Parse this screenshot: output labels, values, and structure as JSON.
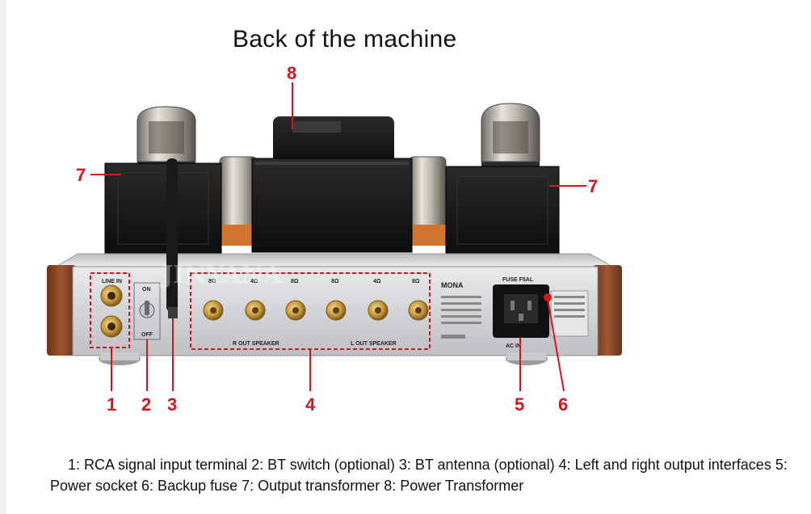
{
  "title": "Back of the machine",
  "callouts": {
    "c1": "1",
    "c2": "2",
    "c3": "3",
    "c4": "4",
    "c5": "5",
    "c6": "6",
    "c7_left": "7",
    "c7_right": "7",
    "c8": "8"
  },
  "panel_labels": {
    "line_in": "LINE IN",
    "on": "ON",
    "off": "OFF",
    "ohm_r1": "8Ω",
    "ohm_r2": "4Ω",
    "ohm_r3": "8Ω",
    "ohm_l1": "8Ω",
    "ohm_l2": "4Ω",
    "ohm_l3": "8Ω",
    "r_out": "R OUT SPEAKER",
    "l_out": "L OUT SPEAKER",
    "brand": "MONA",
    "fuse": "FUSE F5AL",
    "ac_in": "AC IN"
  },
  "caption": "1: RCA signal input terminal 2: BT switch (optional) 3: BT antenna (optional) 4: Left and right output interfaces 5: Power socket 6: Backup fuse 7: Output transformer 8: Power Transformer",
  "colors": {
    "callout_red": "#d8141d",
    "chassis_silver": "#d9dadc",
    "wood": "#8b4a2b",
    "gold": "#c99a3c"
  }
}
